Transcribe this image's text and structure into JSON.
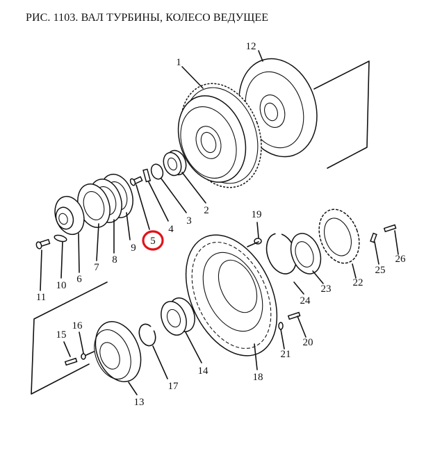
{
  "title": "РИС. 1103. ВАЛ ТУРБИНЫ, КОЛЕСО ВЕДУЩЕЕ",
  "highlight": {
    "part": "5",
    "color": "#e0131b"
  },
  "callouts": [
    {
      "id": "1",
      "label": "1"
    },
    {
      "id": "2",
      "label": "2"
    },
    {
      "id": "3",
      "label": "3"
    },
    {
      "id": "4",
      "label": "4"
    },
    {
      "id": "5",
      "label": "5"
    },
    {
      "id": "6",
      "label": "6"
    },
    {
      "id": "7",
      "label": "7"
    },
    {
      "id": "8",
      "label": "8"
    },
    {
      "id": "9",
      "label": "9"
    },
    {
      "id": "10",
      "label": "10"
    },
    {
      "id": "11",
      "label": "11"
    },
    {
      "id": "12",
      "label": "12"
    },
    {
      "id": "13",
      "label": "13"
    },
    {
      "id": "14",
      "label": "14"
    },
    {
      "id": "15",
      "label": "15"
    },
    {
      "id": "16",
      "label": "16"
    },
    {
      "id": "17",
      "label": "17"
    },
    {
      "id": "18",
      "label": "18"
    },
    {
      "id": "19",
      "label": "19"
    },
    {
      "id": "20",
      "label": "20"
    },
    {
      "id": "21",
      "label": "21"
    },
    {
      "id": "22",
      "label": "22"
    },
    {
      "id": "23",
      "label": "23"
    },
    {
      "id": "24",
      "label": "24"
    },
    {
      "id": "25",
      "label": "25"
    },
    {
      "id": "26",
      "label": "26"
    }
  ]
}
